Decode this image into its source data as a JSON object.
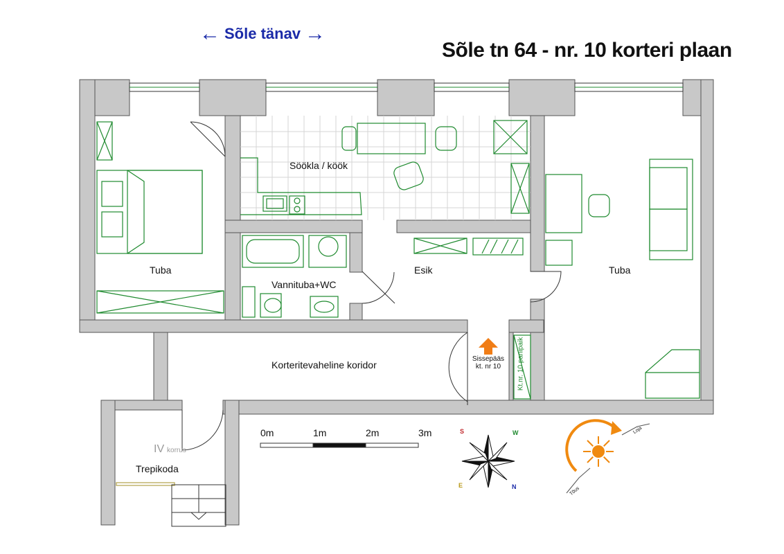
{
  "street": {
    "left_arrow": "←",
    "name": "Sõle tänav",
    "right_arrow": "→"
  },
  "title": "Sõle tn 64 - nr. 10 korteri plaan",
  "rooms": {
    "dining_kitchen": "Söökla / köök",
    "room_left": "Tuba",
    "room_right": "Tuba",
    "bathroom": "Vannituba+WC",
    "hall": "Esik",
    "corridor": "Korteritevaheline koridor",
    "stairwell": "Trepikoda",
    "storage": "Kt.nr. 10 panipaik"
  },
  "entrance": {
    "line1": "Sissepääs",
    "line2": "kt. nr 10"
  },
  "floor": {
    "number": "IV",
    "word": "korrus"
  },
  "scale": [
    "0m",
    "1m",
    "2m",
    "3m"
  ],
  "compass": {
    "n": "N",
    "s": "S",
    "e": "E",
    "w": "W"
  },
  "sun": {
    "east": "Tõus",
    "west": "Loja"
  },
  "colors": {
    "wall": "#c8c8c8",
    "furniture": "#1f8a2f",
    "street": "#1a2aa8",
    "arrow": "#f07d16",
    "sun": "#f08a10"
  }
}
